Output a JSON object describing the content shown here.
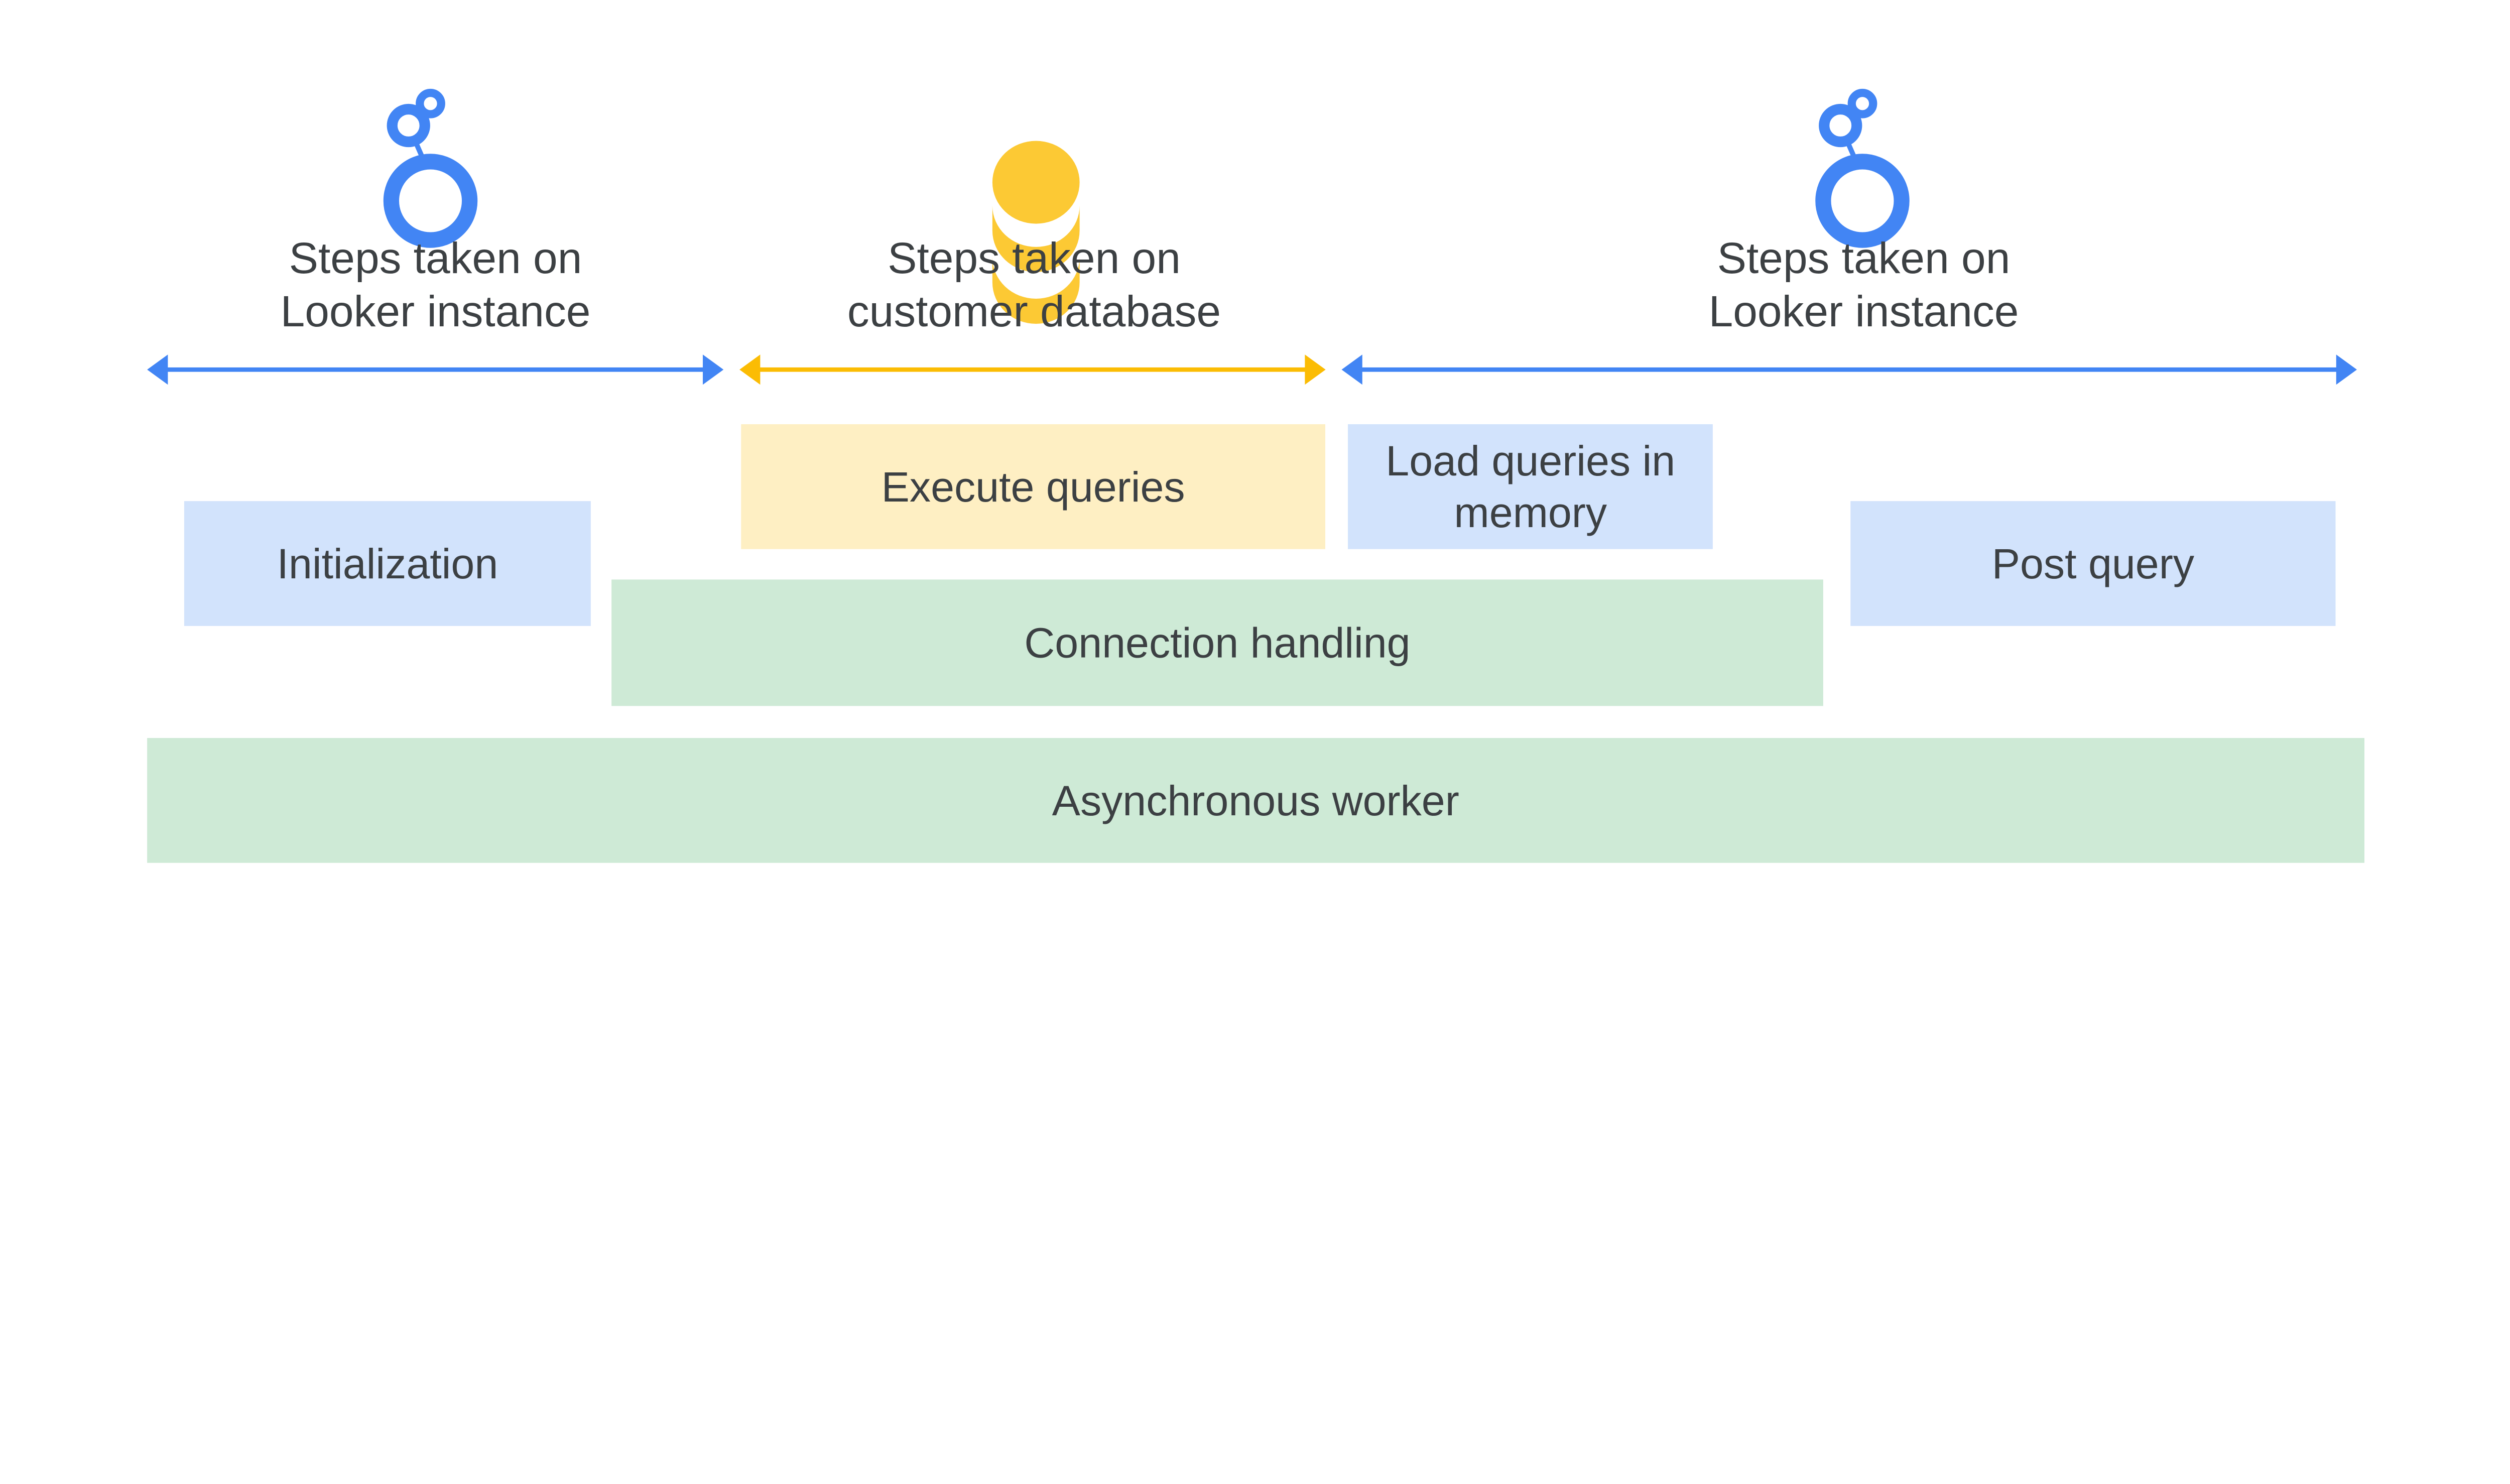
{
  "colors": {
    "looker_blue": "#4285f4",
    "database_yellow": "#fcc934",
    "text": "#3c4043",
    "box_blue": "#d2e3fc",
    "box_yellow": "#feefc3",
    "box_green": "#ceead6"
  },
  "sections": [
    {
      "icon": "looker-logo-icon",
      "line1": "Steps taken on",
      "line2": "Looker instance"
    },
    {
      "icon": "database-icon",
      "line1": "Steps taken on",
      "line2": "customer database"
    },
    {
      "icon": "looker-logo-icon",
      "line1": "Steps taken on",
      "line2": "Looker instance"
    }
  ],
  "boxes": {
    "execute_queries": "Execute queries",
    "load_queries_line1": "Load queries in",
    "load_queries_line2": "memory",
    "initialization": "Initialization",
    "post_query": "Post query",
    "connection_handling": "Connection handling",
    "asynchronous_worker": "Asynchronous worker"
  }
}
